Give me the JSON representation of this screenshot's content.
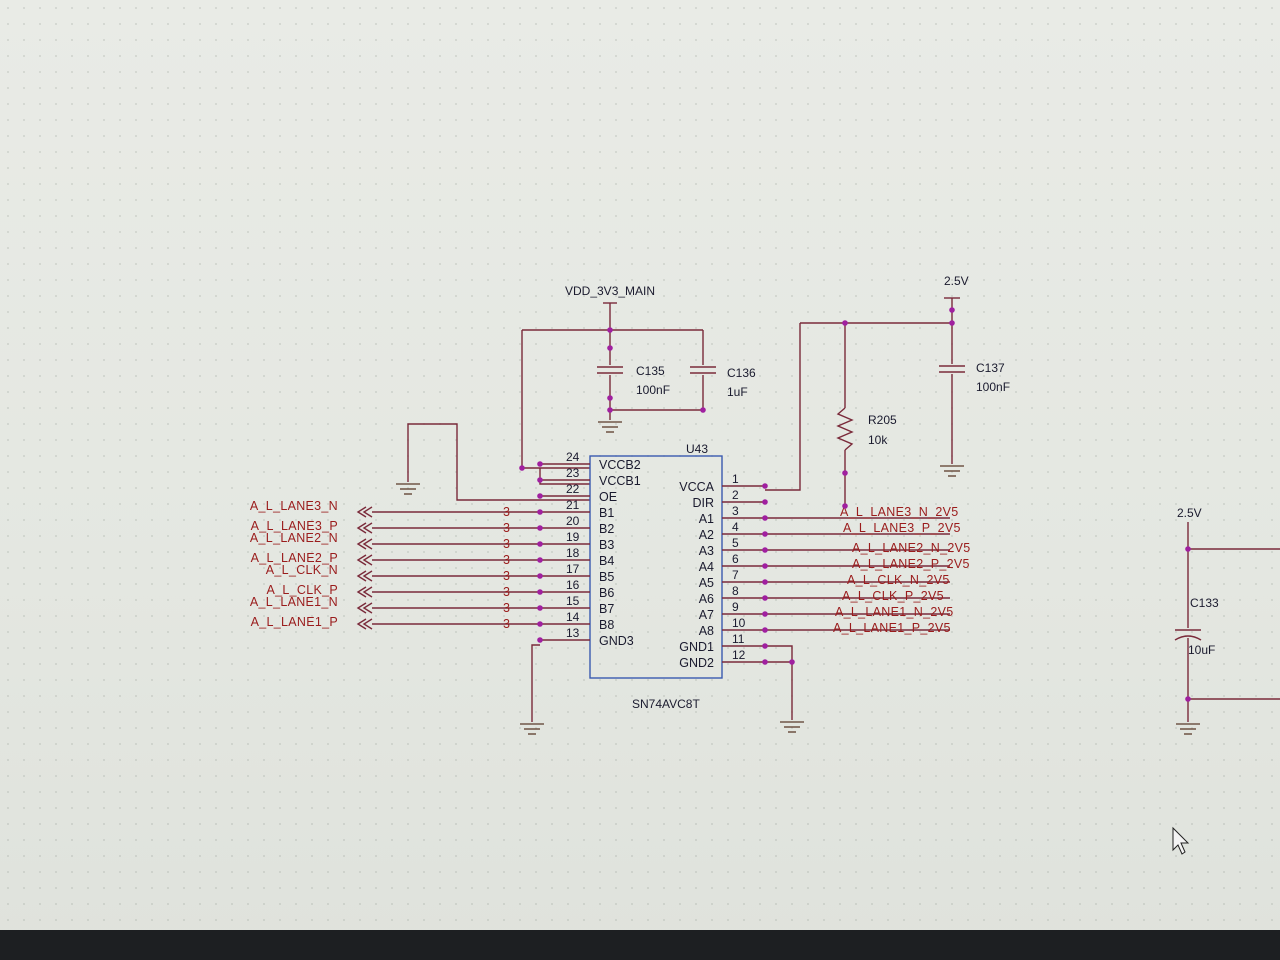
{
  "power_nets": {
    "vdd_3v3": "VDD_3V3_MAIN",
    "rail_2v5_top": "2.5V",
    "rail_2v5_right": "2.5V"
  },
  "ic": {
    "ref": "U43",
    "part": "SN74AVC8T",
    "left_pins": [
      {
        "num": "24",
        "name": "VCCB2"
      },
      {
        "num": "23",
        "name": "VCCB1"
      },
      {
        "num": "22",
        "name": "OE"
      },
      {
        "num": "21",
        "name": "B1"
      },
      {
        "num": "20",
        "name": "B2"
      },
      {
        "num": "19",
        "name": "B3"
      },
      {
        "num": "18",
        "name": "B4"
      },
      {
        "num": "17",
        "name": "B5"
      },
      {
        "num": "16",
        "name": "B6"
      },
      {
        "num": "15",
        "name": "B7"
      },
      {
        "num": "14",
        "name": "B8"
      },
      {
        "num": "13",
        "name": "GND3"
      }
    ],
    "right_pins": [
      {
        "num": "1",
        "name": "VCCA"
      },
      {
        "num": "2",
        "name": "DIR"
      },
      {
        "num": "3",
        "name": "A1"
      },
      {
        "num": "4",
        "name": "A2"
      },
      {
        "num": "5",
        "name": "A3"
      },
      {
        "num": "6",
        "name": "A4"
      },
      {
        "num": "7",
        "name": "A5"
      },
      {
        "num": "8",
        "name": "A6"
      },
      {
        "num": "9",
        "name": "A7"
      },
      {
        "num": "10",
        "name": "A8"
      },
      {
        "num": "11",
        "name": "GND1"
      },
      {
        "num": "12",
        "name": "GND2"
      }
    ]
  },
  "components": {
    "c135": {
      "ref": "C135",
      "value": "100nF"
    },
    "c136": {
      "ref": "C136",
      "value": "1uF"
    },
    "c137": {
      "ref": "C137",
      "value": "100nF"
    },
    "r205": {
      "ref": "R205",
      "value": "10k"
    },
    "c133": {
      "ref": "C133",
      "value": "10uF"
    }
  },
  "left_nets": [
    "A_L_LANE3_N",
    "A_L_LANE3_P",
    "A_L_LANE2_N",
    "A_L_LANE2_P",
    "A_L_CLK_N",
    "A_L_CLK_P",
    "A_L_LANE1_N",
    "A_L_LANE1_P"
  ],
  "left_sheet_refs": [
    "3",
    "3",
    "3",
    "3",
    "3",
    "3",
    "3",
    "3"
  ],
  "right_nets": [
    "A_L_LANE3_N_2V5",
    "A_L_LANE3_P_2V5",
    "A_L_LANE2_N_2V5",
    "A_L_LANE2_P_2V5",
    "A_L_CLK_N_2V5",
    "A_L_CLK_P_2V5",
    "A_L_LANE1_N_2V5",
    "A_L_LANE1_P_2V5"
  ],
  "colors": {
    "net_label": "#9a1c1c",
    "wire": "#7a2a3a",
    "junction": "#a020a0",
    "ic_outline": "#3a5ab0"
  }
}
